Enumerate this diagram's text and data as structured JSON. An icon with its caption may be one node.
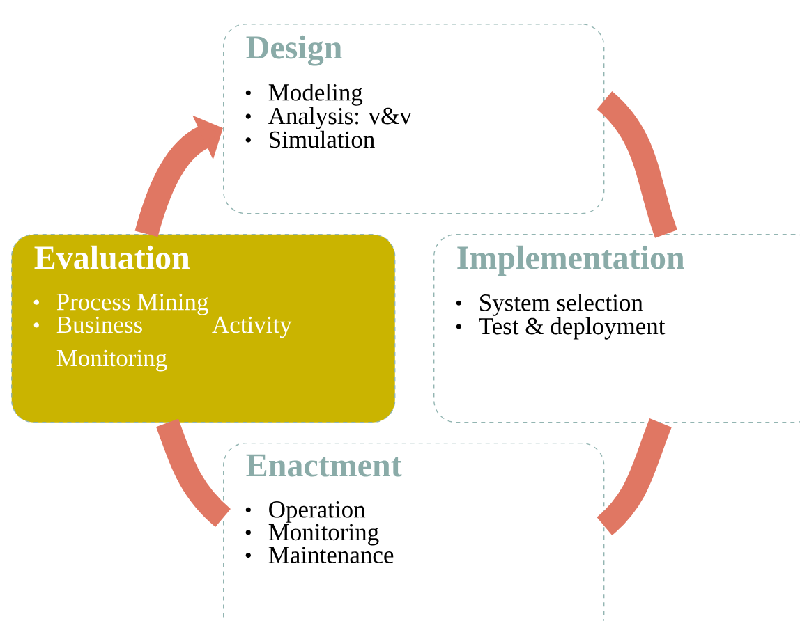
{
  "diagram": {
    "nodes": [
      {
        "text": [
          "Design",
          "Modeling",
          "Analysis: v&v",
          "Simulation"
        ]
      },
      {
        "text": [
          "Implementation",
          "System selection",
          "Test & deployment"
        ]
      },
      {
        "text": [
          "Enactment",
          "Operation",
          "Monitoring",
          "Maintenance"
        ]
      },
      {
        "text": [
          "Evaluation",
          "Process Mining",
          "Business Activity Monitoring"
        ]
      }
    ],
    "edges": [
      {
        "from": 0,
        "to": 1,
        "arrow": "none"
      },
      {
        "from": 1,
        "to": 2,
        "arrow": "none"
      },
      {
        "from": 2,
        "to": 3,
        "arrow": "none"
      },
      {
        "from": 3,
        "to": 0,
        "arrow": "to"
      }
    ]
  }
}
